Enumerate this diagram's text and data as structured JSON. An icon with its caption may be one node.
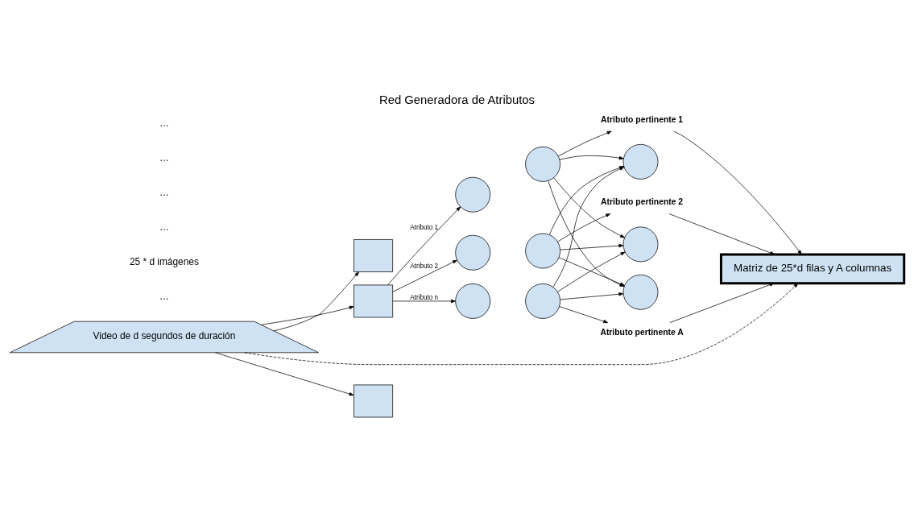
{
  "diagram": {
    "title": "Red Generadora de Atributos",
    "nodes": [
      {
        "text": [
          "Video de d segundos de duración"
        ]
      },
      {
        "text": [],
        "shape": "box"
      },
      {
        "text": [],
        "shape": "box"
      },
      {
        "text": [],
        "shape": "box"
      },
      {
        "text": [],
        "shape": "circle"
      },
      {
        "text": [],
        "shape": "circle"
      },
      {
        "text": [],
        "shape": "circle"
      },
      {
        "text": [],
        "shape": "circle"
      },
      {
        "text": [],
        "shape": "circle"
      },
      {
        "text": [],
        "shape": "circle"
      },
      {
        "text": [],
        "shape": "circle"
      },
      {
        "text": [],
        "shape": "circle"
      },
      {
        "text": [],
        "shape": "circle"
      },
      {
        "text": [
          "Atributo pertinente 1"
        ]
      },
      {
        "text": [
          "Atributo pertinente 2"
        ]
      },
      {
        "text": [
          "Atributo pertinente A"
        ]
      },
      {
        "text": [
          "Matriz de 25*d filas y A columnas"
        ]
      }
    ],
    "edges": [
      {
        "from": 0,
        "to": 1,
        "arrow": "to"
      },
      {
        "from": 0,
        "to": 2,
        "arrow": "to"
      },
      {
        "from": 0,
        "to": 3,
        "arrow": "to"
      },
      {
        "from": 2,
        "to": 4,
        "arrow": "to",
        "label": "Atributo 1"
      },
      {
        "from": 2,
        "to": 5,
        "arrow": "to",
        "label": "Atributo 2"
      },
      {
        "from": 2,
        "to": 6,
        "arrow": "to",
        "label": "Atributo n"
      },
      {
        "from": 7,
        "to": 10,
        "arrow": "to"
      },
      {
        "from": 7,
        "to": 11,
        "arrow": "to"
      },
      {
        "from": 7,
        "to": 12,
        "arrow": "to"
      },
      {
        "from": 8,
        "to": 10,
        "arrow": "to"
      },
      {
        "from": 8,
        "to": 11,
        "arrow": "to"
      },
      {
        "from": 8,
        "to": 12,
        "arrow": "to"
      },
      {
        "from": 9,
        "to": 10,
        "arrow": "to"
      },
      {
        "from": 9,
        "to": 11,
        "arrow": "to"
      },
      {
        "from": 9,
        "to": 12,
        "arrow": "to"
      },
      {
        "from": 7,
        "to": 13,
        "arrow": "to"
      },
      {
        "from": 8,
        "to": 14,
        "arrow": "to"
      },
      {
        "from": 9,
        "to": 15,
        "arrow": "to"
      },
      {
        "from": 13,
        "to": 16,
        "arrow": "to"
      },
      {
        "from": 14,
        "to": 16,
        "arrow": "to"
      },
      {
        "from": 15,
        "to": 16,
        "arrow": "to"
      },
      {
        "from": 0,
        "to": 16,
        "arrow": "to",
        "style": "dashed"
      }
    ],
    "labels": [
      "…",
      "25 * d imágenes",
      "…",
      "…",
      "…",
      "…"
    ]
  }
}
